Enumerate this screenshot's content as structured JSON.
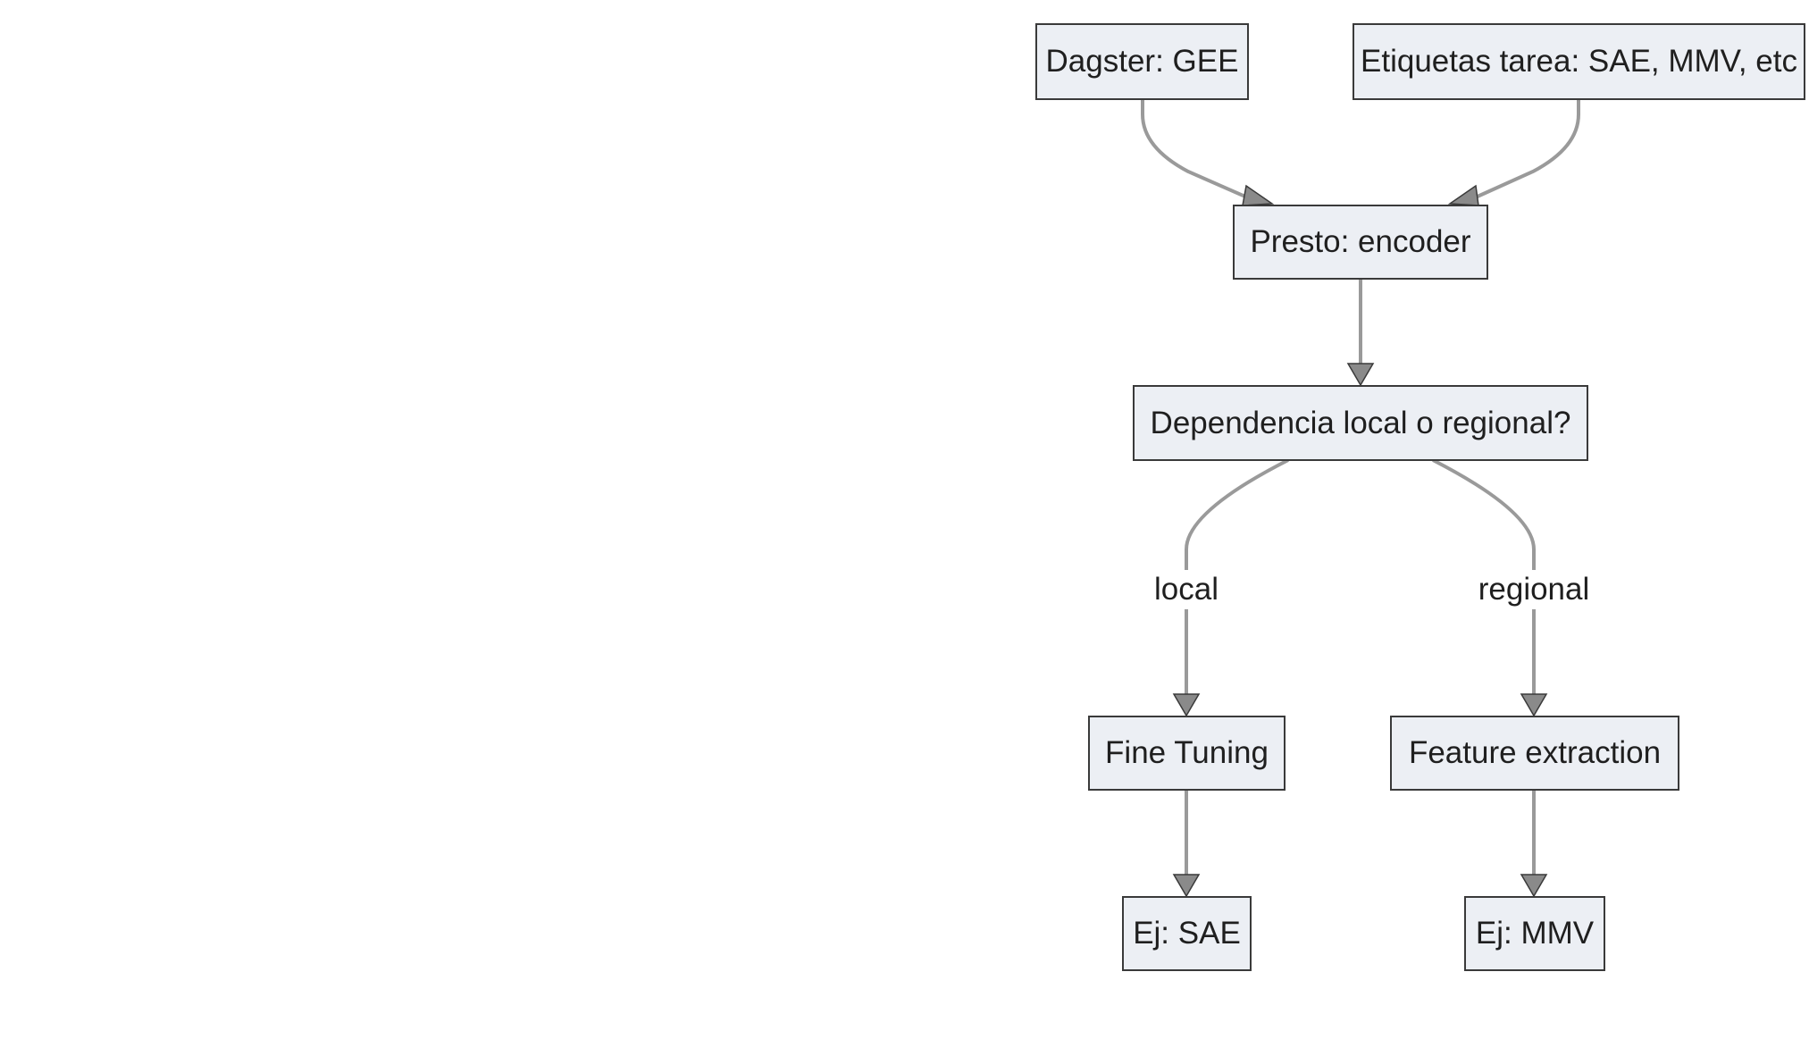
{
  "nodes": {
    "dagster": "Dagster: GEE",
    "etiquetas": "Etiquetas tarea: SAE, MMV, etc",
    "presto": "Presto: encoder",
    "dependencia": "Dependencia local o regional?",
    "fine_tuning": "Fine Tuning",
    "feature_extraction": "Feature extraction",
    "ej_sae": "Ej: SAE",
    "ej_mmv": "Ej: MMV"
  },
  "edge_labels": {
    "local": "local",
    "regional": "regional"
  },
  "colors": {
    "node_fill": "#eceff4",
    "node_border": "#3a3a3a",
    "edge": "#9a9a9a"
  }
}
